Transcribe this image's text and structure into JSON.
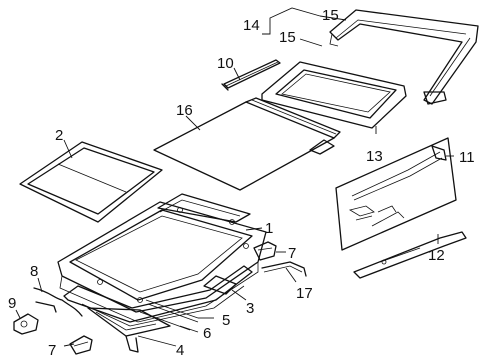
{
  "callouts": {
    "c1": "1",
    "c2": "2",
    "c3": "3",
    "c4": "4",
    "c5": "5",
    "c6": "6",
    "c7a": "7",
    "c7b": "7",
    "c8": "8",
    "c9": "9",
    "c10": "10",
    "c11": "11",
    "c12": "12",
    "c13": "13",
    "c14": "14",
    "c15a": "15",
    "c15b": "15",
    "c16": "16",
    "c17": "17"
  }
}
